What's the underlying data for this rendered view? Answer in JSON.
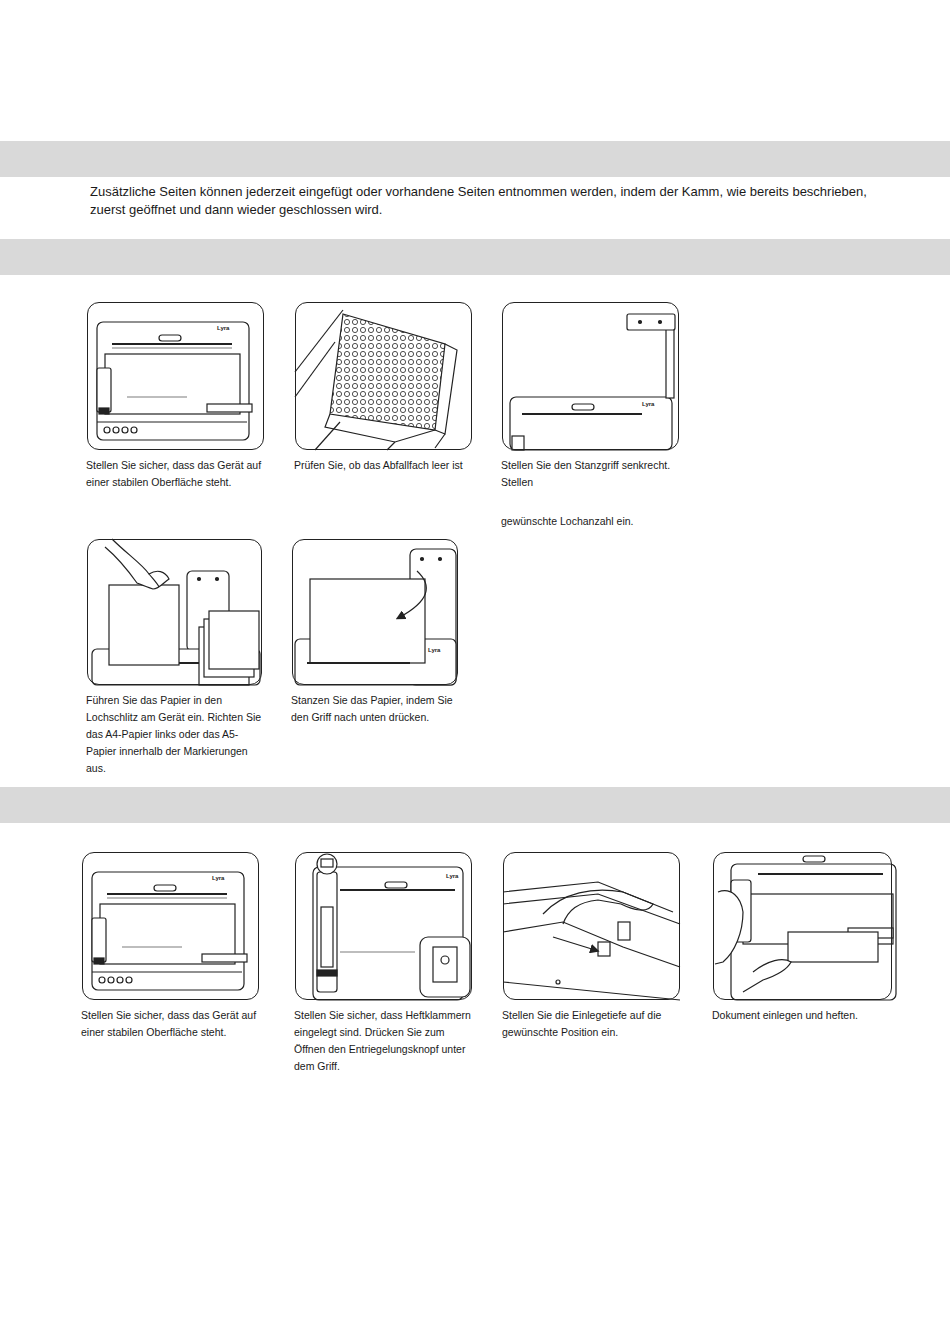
{
  "diagram": {
    "nodes": [
      {
        "text": [
          "Stellen Sie sicher, dass das Gerät auf einer stabilen Oberfläche steht."
        ]
      },
      {
        "text": [
          "Prüfen Sie, ob das Abfallfach leer ist"
        ]
      },
      {
        "text": [
          "Stellen Sie den Stanzgriff senkrecht. Stellen",
          "gewünschte Lochanzahl ein."
        ]
      },
      {
        "text": [
          "Führen Sie das Papier in den Lochschlitz am Gerät ein. Richten Sie das A4-Papier links oder das A5-Papier innerhalb der Markierungen aus."
        ]
      },
      {
        "text": [
          "Stanzen Sie das Papier, indem Sie den Griff nach unten drücken."
        ]
      },
      {
        "text": [
          "Stellen Sie sicher, dass das Gerät auf einer stabilen Oberfläche steht."
        ]
      },
      {
        "text": [
          "Stellen Sie sicher, dass Heftklammern eingelegt sind. Drücken Sie zum Öffnen den Entriegelungsknopf unter dem Griff."
        ]
      },
      {
        "text": [
          "Stellen Sie die Einlegetiefe auf die gewünschte Position ein."
        ]
      },
      {
        "text": [
          "Dokument einlegen und heften."
        ]
      }
    ],
    "labels": [
      "Zusätzliche Seiten können jederzeit eingefügt oder vorhandene Seiten entnommen werden, indem der Kamm, wie bereits beschrieben, zuerst geöffnet und dann wieder geschlossen wird.",
      "Lyra",
      "Lyra",
      "Lyra",
      "Lyra",
      "Lyra"
    ]
  }
}
